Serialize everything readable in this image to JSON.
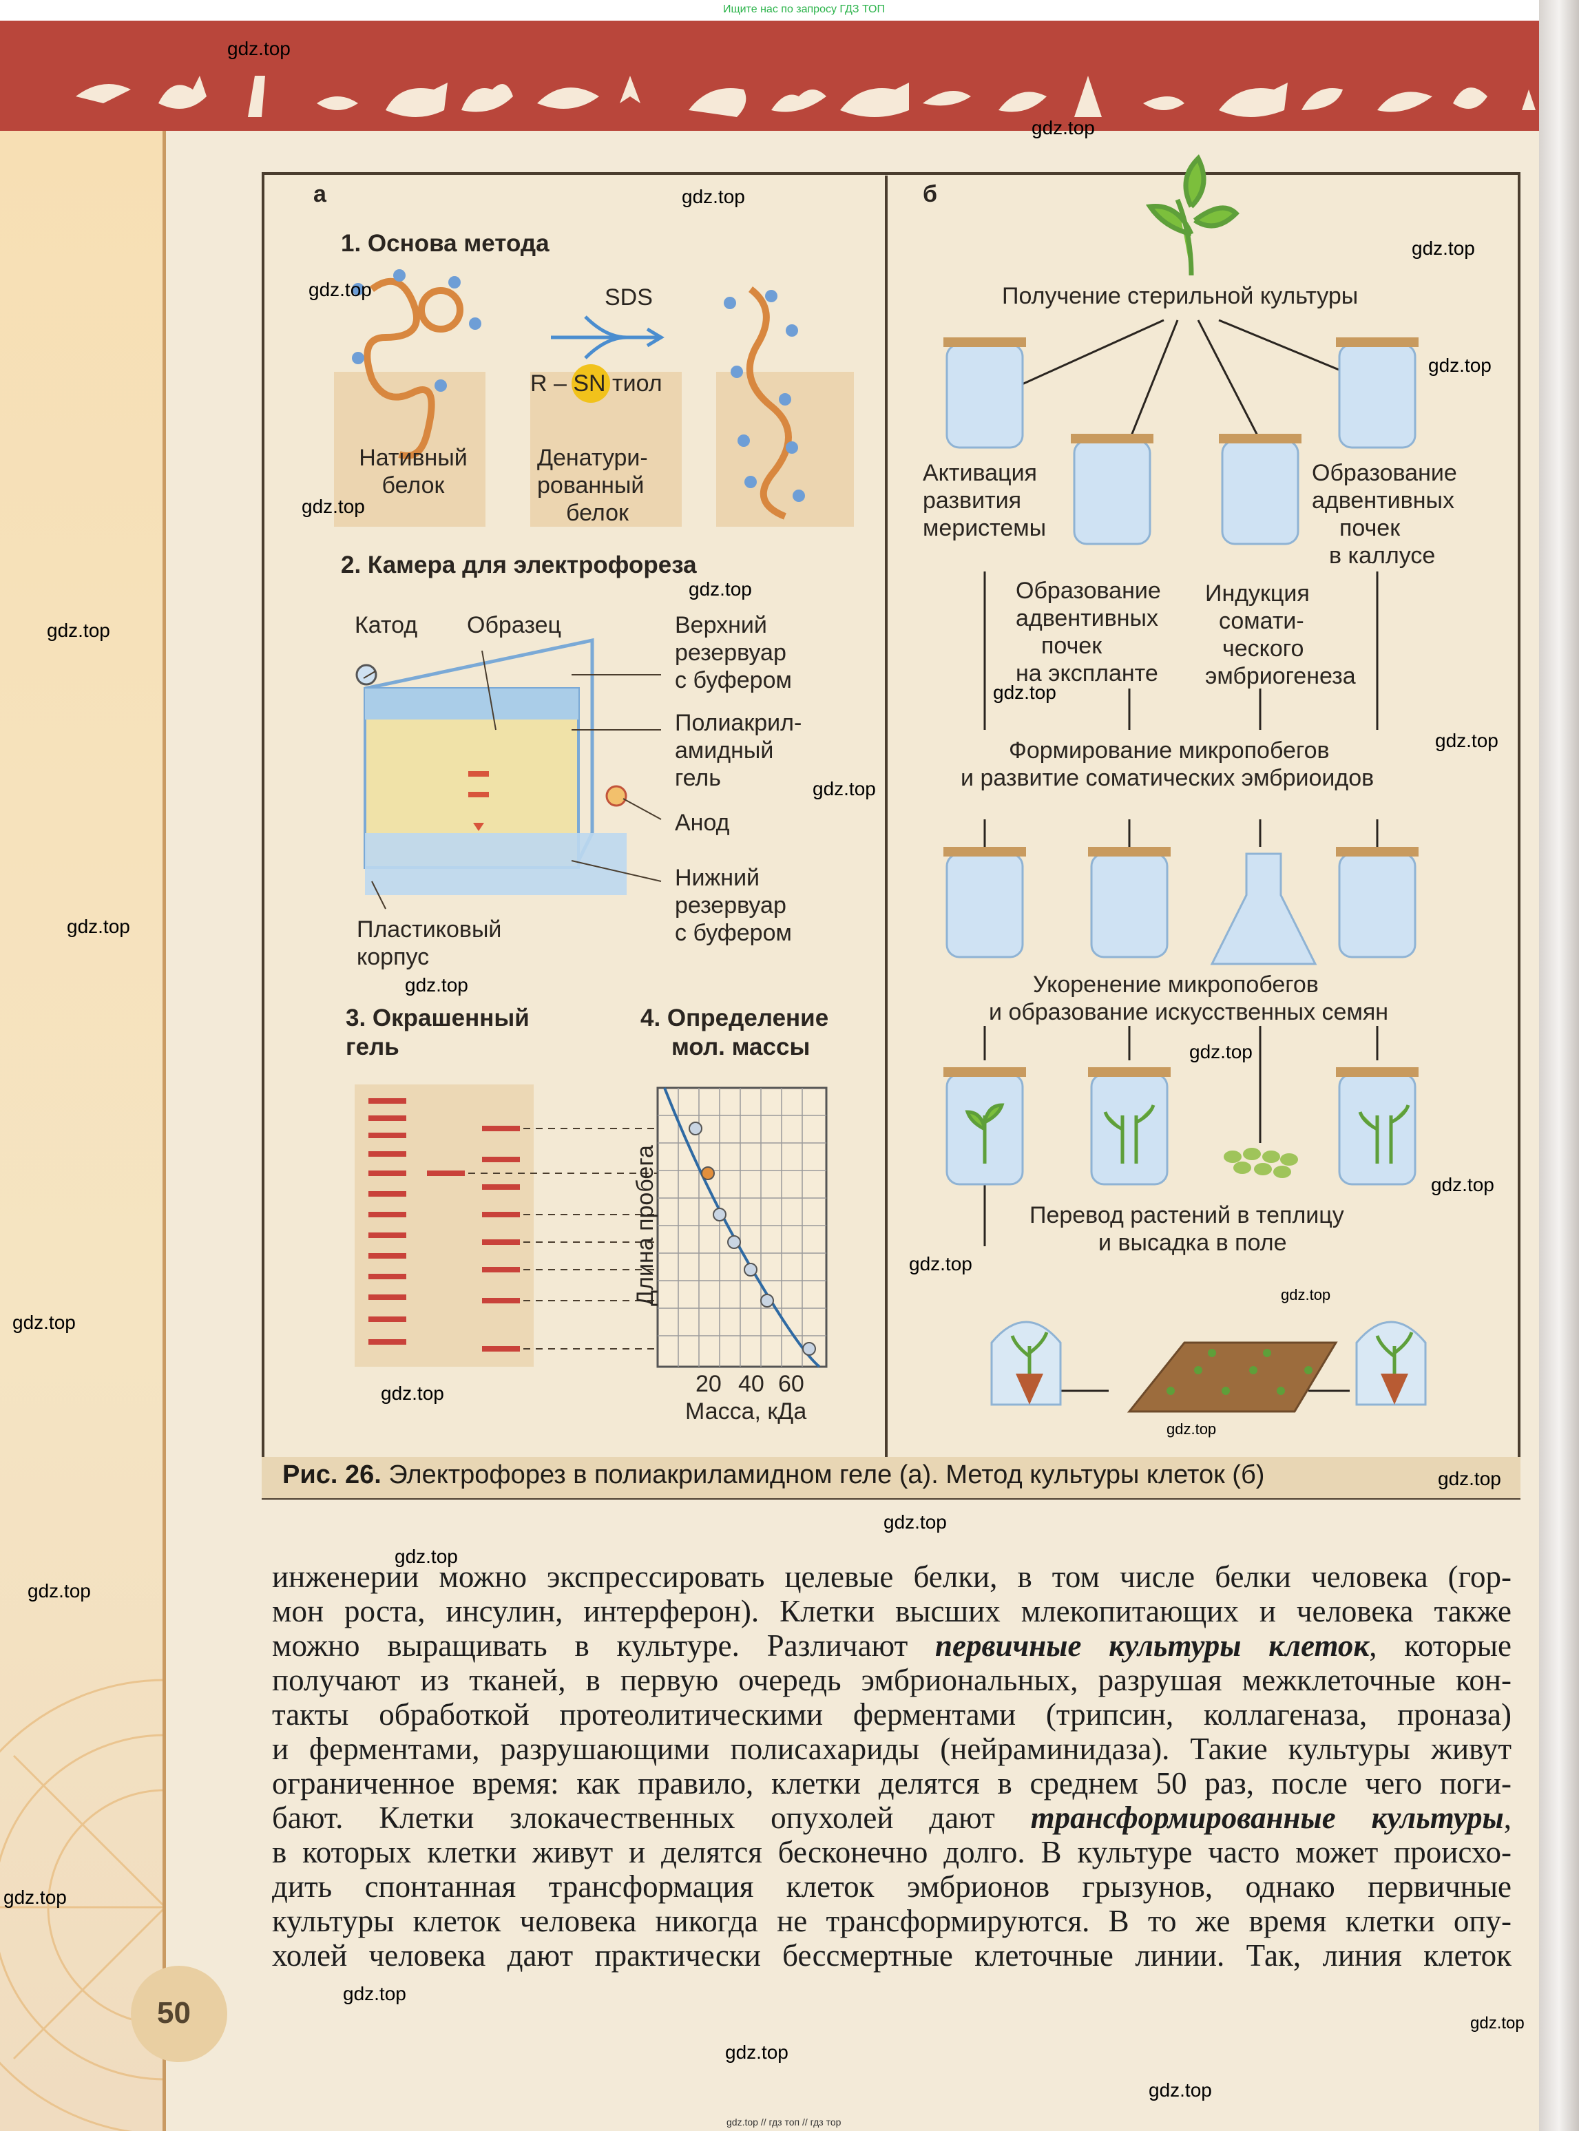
{
  "site_notice": "Ищите нас по запросу ГДЗ ТОП",
  "watermarks": [
    "gdz.top"
  ],
  "figure": {
    "panel_a": {
      "letter": "а",
      "s1_title": "1. Основа метода",
      "sds": "SDS",
      "rsn": "R – SN тиол",
      "native": "Нативный белок",
      "denat1": "Денатури-",
      "denat2": "рованный",
      "denat3": "белок",
      "s2_title": "2. Камера для электрофореза",
      "cathode": "Катод",
      "sample": "Образец",
      "upper1": "Верхний",
      "upper2": "резервуар",
      "upper3": "с буфером",
      "gel1": "Полиакрил-",
      "gel2": "амидный",
      "gel3": "гель",
      "anode": "Анод",
      "lower1": "Нижний",
      "lower2": "резервуар",
      "lower3": "с буфером",
      "case1": "Пластиковый",
      "case2": "корпус",
      "s3_title1": "3. Окрашенный",
      "s3_title2": "гель",
      "s4_title1": "4. Определение",
      "s4_title2": "мол. массы",
      "run_len": "Длина пробега",
      "ticks": [
        "20",
        "40",
        "60"
      ],
      "mass": "Масса, кДа"
    },
    "panel_b": {
      "letter": "б",
      "sterile": "Получение стерильной культуры",
      "activ1": "Активация",
      "activ2": "развития",
      "activ3": "меристемы",
      "adv_callus1": "Образование",
      "adv_callus2": "адвентивных",
      "adv_callus3": "почек",
      "adv_callus4": "в каллусе",
      "adv_expl1": "Образование",
      "adv_expl2": "адвентивных",
      "adv_expl3": "почек",
      "adv_expl4": "на экспланте",
      "induc1": "Индукция",
      "induc2": "сомати-",
      "induc3": "ческого",
      "induc4": "эмбриогенеза",
      "form1": "Формирование микропобегов",
      "form2": "и развитие соматических эмбриоидов",
      "root1": "Укоренение микропобегов",
      "root2": "и образование искусственных семян",
      "trans1": "Перевод растений в теплицу",
      "trans2": "и высадка в поле"
    },
    "caption_bold": "Рис. 26.",
    "caption_text": " Электрофорез в полиакриламидном геле (а). Метод культуры клеток (б)"
  },
  "body": {
    "lines": [
      "инженерии можно экспрессировать целевые белки, в том числе белки человека (гор-",
      "мон роста, инсулин, интерферон). Клетки высших млекопитающих и человека также",
      "можно выращивать в культуре. Различают ",
      "первичные культуры клеток",
      ", которые",
      "получают из тканей, в первую очередь эмбриональных, разрушая межклеточные кон-",
      "такты обработкой протеолитическими ферментами (трипсин, коллагеназа, проназа)",
      "и ферментами, разрушающими полисахариды (нейраминидаза). Такие культуры живут",
      "ограниченное время: как правило, клетки делятся в среднем 50 раз, после чего поги-",
      "бают. Клетки злокачественных опухолей дают ",
      "трансформированные культуры",
      ",",
      "в которых клетки живут и делятся бесконечно долго. В культуре часто может происхо-",
      "дить спонтанная трансформация клеток эмбрионов грызунов, однако первичные",
      "культуры клеток человека никогда не трансформируются. В то же время клетки опу-",
      "холей человека дают практически бессмертные клеточные линии. Так, линия клеток"
    ]
  },
  "page_number": "50",
  "footer": "gdz.top // гдз топ // гдз тор",
  "colors": {
    "banner": "#b9463b",
    "page": "#f3ead8",
    "figure_bg": "#f3e9d4",
    "arrow": "#2f6aa3"
  }
}
